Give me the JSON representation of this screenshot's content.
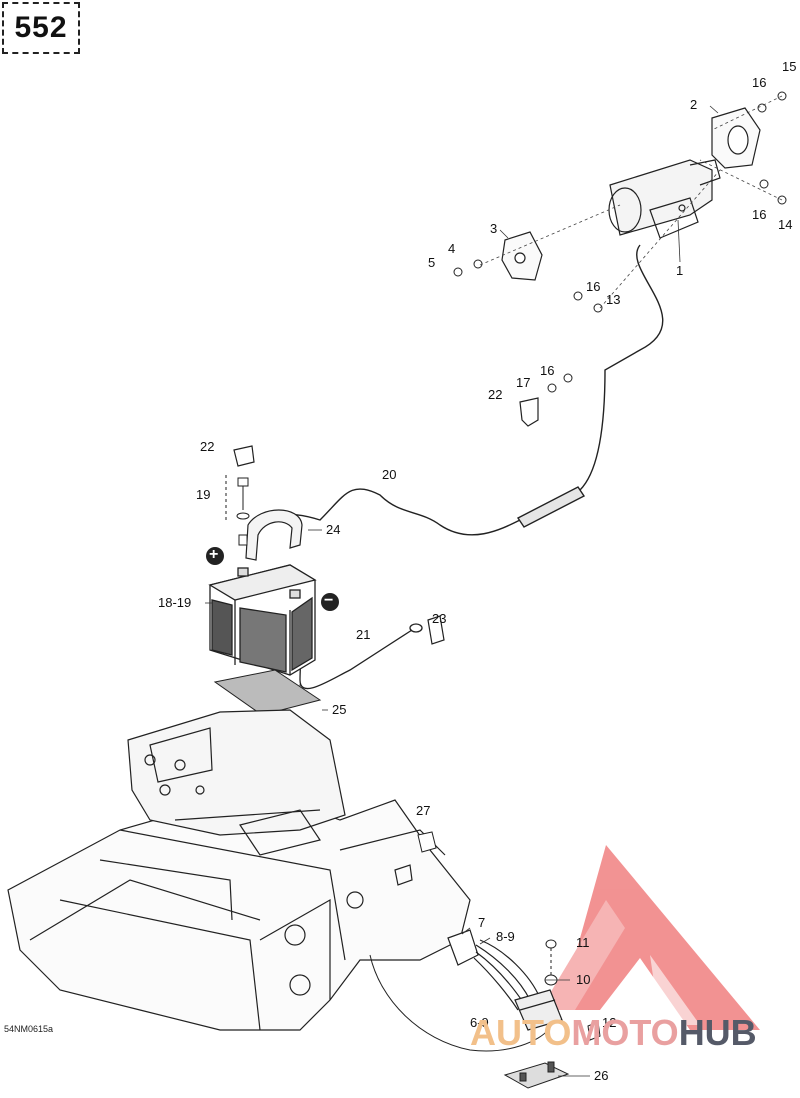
{
  "page_number": "552",
  "drawing_code": "54NM0615a",
  "logo": {
    "part1": "AUTO",
    "part2": "MOTO",
    "part3": "HUB",
    "color_triangle": "#f08080"
  },
  "callouts": {
    "c1": "1",
    "c2": "2",
    "c3": "3",
    "c4": "4",
    "c5": "5",
    "c7": "7",
    "c8_9": "8-9",
    "c6_9": "6-9",
    "c10": "10",
    "c11": "11",
    "c12": "12",
    "c13": "13",
    "c14": "14",
    "c15": "15",
    "c16a": "16",
    "c16b": "16",
    "c16c": "16",
    "c16d": "16",
    "c17": "17",
    "c18_19": "18-19",
    "c19": "19",
    "c20": "20",
    "c21": "21",
    "c22a": "22",
    "c22b": "22",
    "c23": "23",
    "c24": "24",
    "c25": "25",
    "c26": "26",
    "c27": "27"
  },
  "symbols": {
    "plus": "+",
    "minus": "−"
  }
}
